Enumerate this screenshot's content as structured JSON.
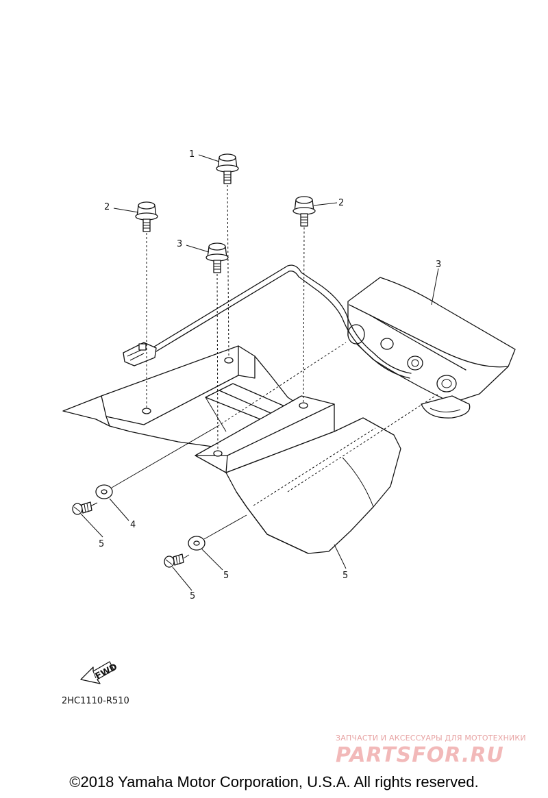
{
  "diagram": {
    "callouts": [
      {
        "id": "label-1",
        "text": "1"
      },
      {
        "id": "label-2a",
        "text": "2"
      },
      {
        "id": "label-2b",
        "text": "2"
      },
      {
        "id": "label-3a",
        "text": "3"
      },
      {
        "id": "label-3b",
        "text": "3"
      },
      {
        "id": "label-4",
        "text": "4"
      },
      {
        "id": "label-5a",
        "text": "5"
      },
      {
        "id": "label-5b",
        "text": "5"
      },
      {
        "id": "label-5c",
        "text": "5"
      },
      {
        "id": "label-5d",
        "text": "5"
      }
    ],
    "fwd_label": "FWD",
    "diagram_code": "2HC1110-R510"
  },
  "watermark": {
    "tagline": "ЗАПЧАСТИ И АКСЕССУАРЫ ДЛЯ МОТОТЕХНИКИ",
    "brand": "PARTSFOR.RU"
  },
  "footer": {
    "copyright": "©2018 Yamaha Motor Corporation, U.S.A. All rights reserved."
  }
}
